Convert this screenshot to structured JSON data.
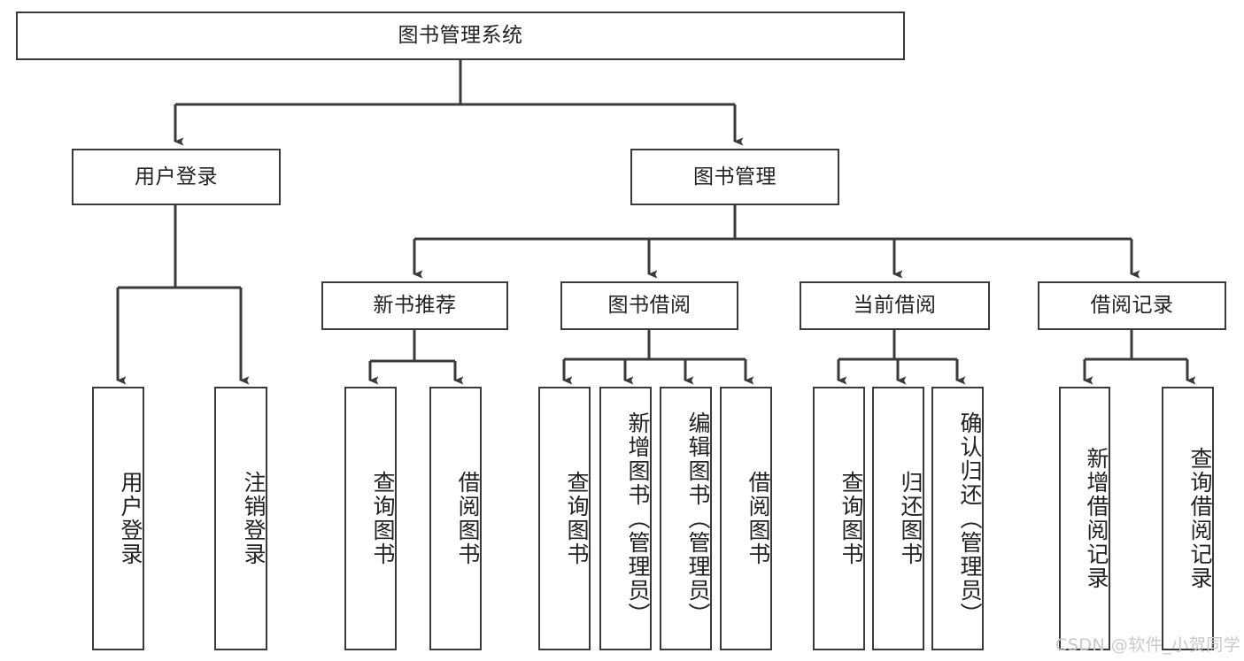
{
  "diagram": {
    "title": "图书管理系统",
    "type": "tree",
    "orientation": "top-down",
    "line_color": "#3a3a3a",
    "box_fill": "#ffffff",
    "text_color": "#222222",
    "watermark": "CSDN @软件_小贺同学",
    "watermark_color": "#c9c9c9"
  },
  "nodes": {
    "root": {
      "label": "图书管理系统"
    },
    "level2": [
      {
        "id": "user-login",
        "label": "用户登录"
      },
      {
        "id": "book-manage",
        "label": "图书管理"
      }
    ],
    "level3": [
      {
        "id": "new-book-recommend",
        "label": "新书推荐"
      },
      {
        "id": "book-borrow",
        "label": "图书借阅"
      },
      {
        "id": "current-borrow",
        "label": "当前借阅"
      },
      {
        "id": "borrow-record",
        "label": "借阅记录"
      }
    ],
    "leaves": {
      "user_login": [
        {
          "id": "leaf-user-login",
          "label": "用户登录"
        },
        {
          "id": "leaf-logout",
          "label": "注销登录"
        }
      ],
      "new_book_recommend": [
        {
          "id": "leaf-query-book-1",
          "label": "查询图书"
        },
        {
          "id": "leaf-borrow-book-1",
          "label": "借阅图书"
        }
      ],
      "book_borrow": [
        {
          "id": "leaf-query-book-2",
          "label": "查询图书"
        },
        {
          "id": "leaf-add-book",
          "label": "新增图书（管理员）"
        },
        {
          "id": "leaf-edit-book",
          "label": "编辑图书（管理员）"
        },
        {
          "id": "leaf-borrow-book-2",
          "label": "借阅图书"
        }
      ],
      "current_borrow": [
        {
          "id": "leaf-query-book-3",
          "label": "查询图书"
        },
        {
          "id": "leaf-return-book",
          "label": "归还图书"
        },
        {
          "id": "leaf-confirm-return",
          "label": "确认归还（管理员）"
        }
      ],
      "borrow_record": [
        {
          "id": "leaf-add-record",
          "label": "新增借阅记录"
        },
        {
          "id": "leaf-query-record",
          "label": "查询借阅记录"
        }
      ]
    }
  }
}
